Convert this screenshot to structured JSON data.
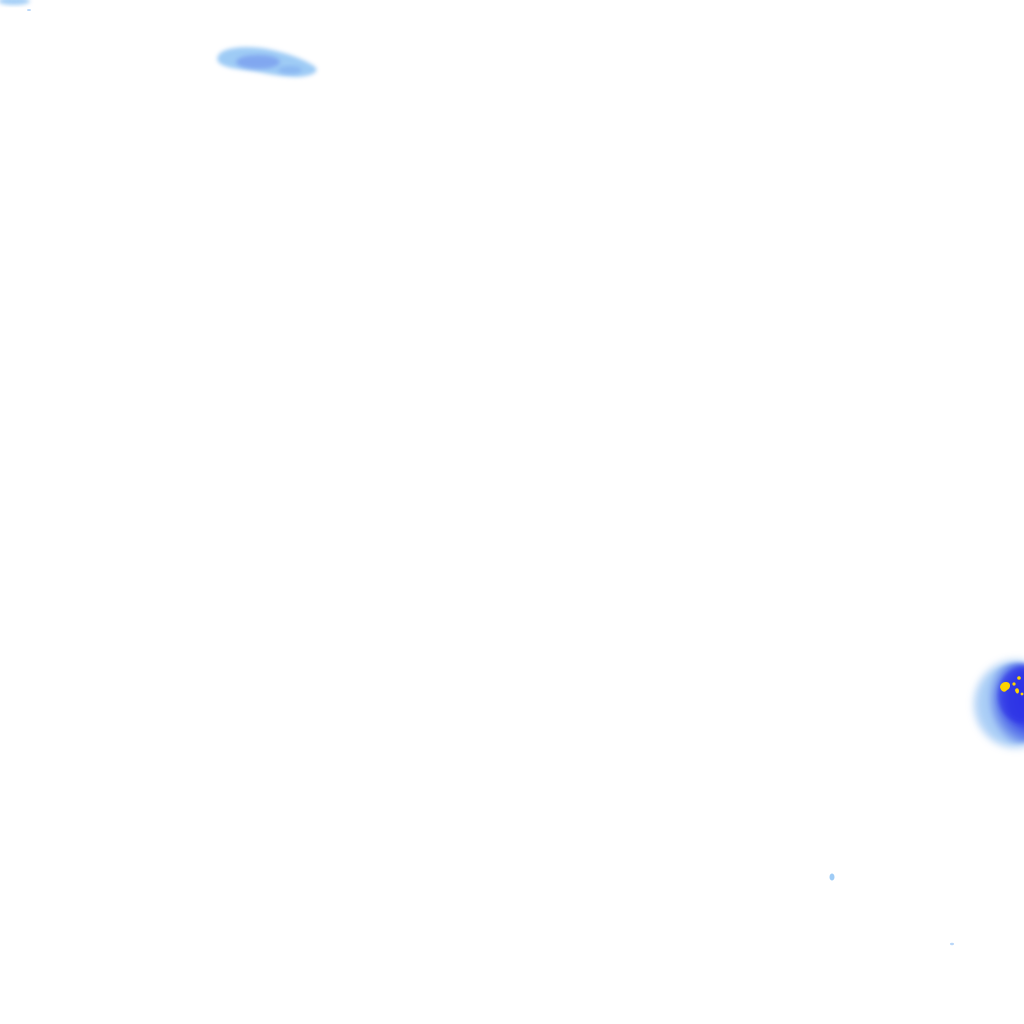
{
  "map": {
    "type": "precipitation-radar-overlay",
    "background_color": "#ffffff",
    "color_scale": {
      "light": "#8ec3f4",
      "medium": "#6b8bec",
      "heavy": "#2a2ee6",
      "intense": "#ffd400"
    }
  },
  "precipitation_areas": [
    {
      "name": "cell-top-left-corner",
      "intensity": "light"
    },
    {
      "name": "cell-north-west-streak",
      "intensity": "medium"
    },
    {
      "name": "cell-east-storm",
      "intensity": "heavy",
      "has_core": true,
      "core_intensity": "intense"
    },
    {
      "name": "speck-south-east",
      "intensity": "light"
    },
    {
      "name": "speck-far-south-east",
      "intensity": "light"
    }
  ]
}
